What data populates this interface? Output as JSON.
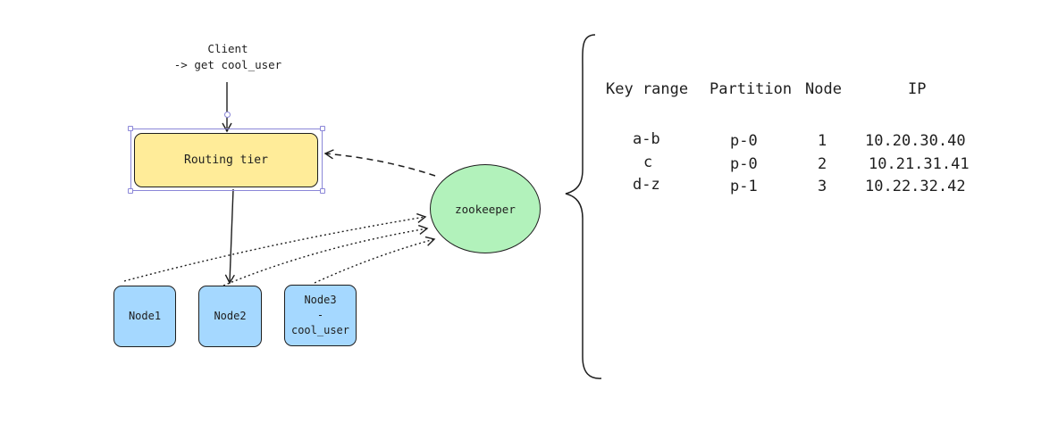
{
  "client": {
    "lines": [
      "Client",
      "-> get cool_user"
    ]
  },
  "routing_tier": {
    "label": "Routing tier"
  },
  "zookeeper": {
    "label": "zookeeper"
  },
  "nodes": [
    {
      "lines": [
        "Node1"
      ]
    },
    {
      "lines": [
        "Node2"
      ]
    },
    {
      "lines": [
        "Node3",
        "-",
        "cool_user"
      ]
    }
  ],
  "routing_table": {
    "headers": [
      "Key range",
      "Partition",
      "Node",
      "IP"
    ],
    "rows": [
      [
        "a-b",
        "p-0",
        "1",
        "10.20.30.40"
      ],
      [
        "c",
        "p-0",
        "2",
        "10.21.31.41"
      ],
      [
        "d-z",
        "p-1",
        "3",
        "10.22.32.42"
      ]
    ]
  },
  "colors": {
    "stroke": "#1e1e1e",
    "routing_fill": "#ffec99",
    "zookeeper_fill": "#b2f2bb",
    "node_fill": "#a5d8ff",
    "selection": "#8b87d8"
  }
}
